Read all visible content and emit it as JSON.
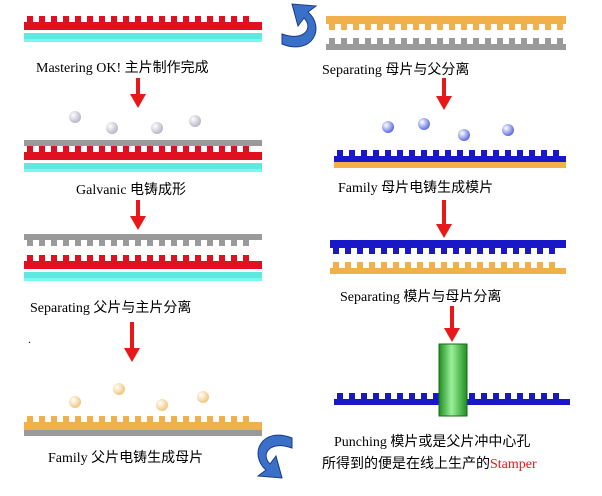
{
  "colors": {
    "red": "#e01020",
    "gray": "#9a9a9a",
    "cyan": "#5fe8e0",
    "orange": "#f2b04a",
    "blue": "#1818c8",
    "arrow_red": "#e81818",
    "cycle_blue": "#3a70c8",
    "punch_green": "#3cc83c",
    "ball_gray": "#b8b8c8",
    "ball_blue": "#6070e0",
    "ball_orange": "#f0c880",
    "highlight_red": "#e81818"
  },
  "icons": {
    "curved_arrow_top": "cycle-arrow-icon",
    "curved_arrow_bottom": "cycle-arrow-icon"
  },
  "steps": [
    {
      "text": "Mastering OK! 主片制作完成"
    },
    {
      "text": "Galvanic 电铸成形"
    },
    {
      "text": "Separating  父片与主片分离"
    },
    {
      "text": "Family 父片电铸生成母片"
    },
    {
      "text": "Separating 母片与父分离"
    },
    {
      "text": "Family  母片电铸生成模片"
    },
    {
      "text": "Separating 模片与母片分离"
    },
    {
      "line1": "Punching 模片或是父片冲中心孔",
      "line2_prefix": "所得到的便是在线上生产的",
      "line2_highlight": "Stamper"
    }
  ],
  "stray_mark": "."
}
